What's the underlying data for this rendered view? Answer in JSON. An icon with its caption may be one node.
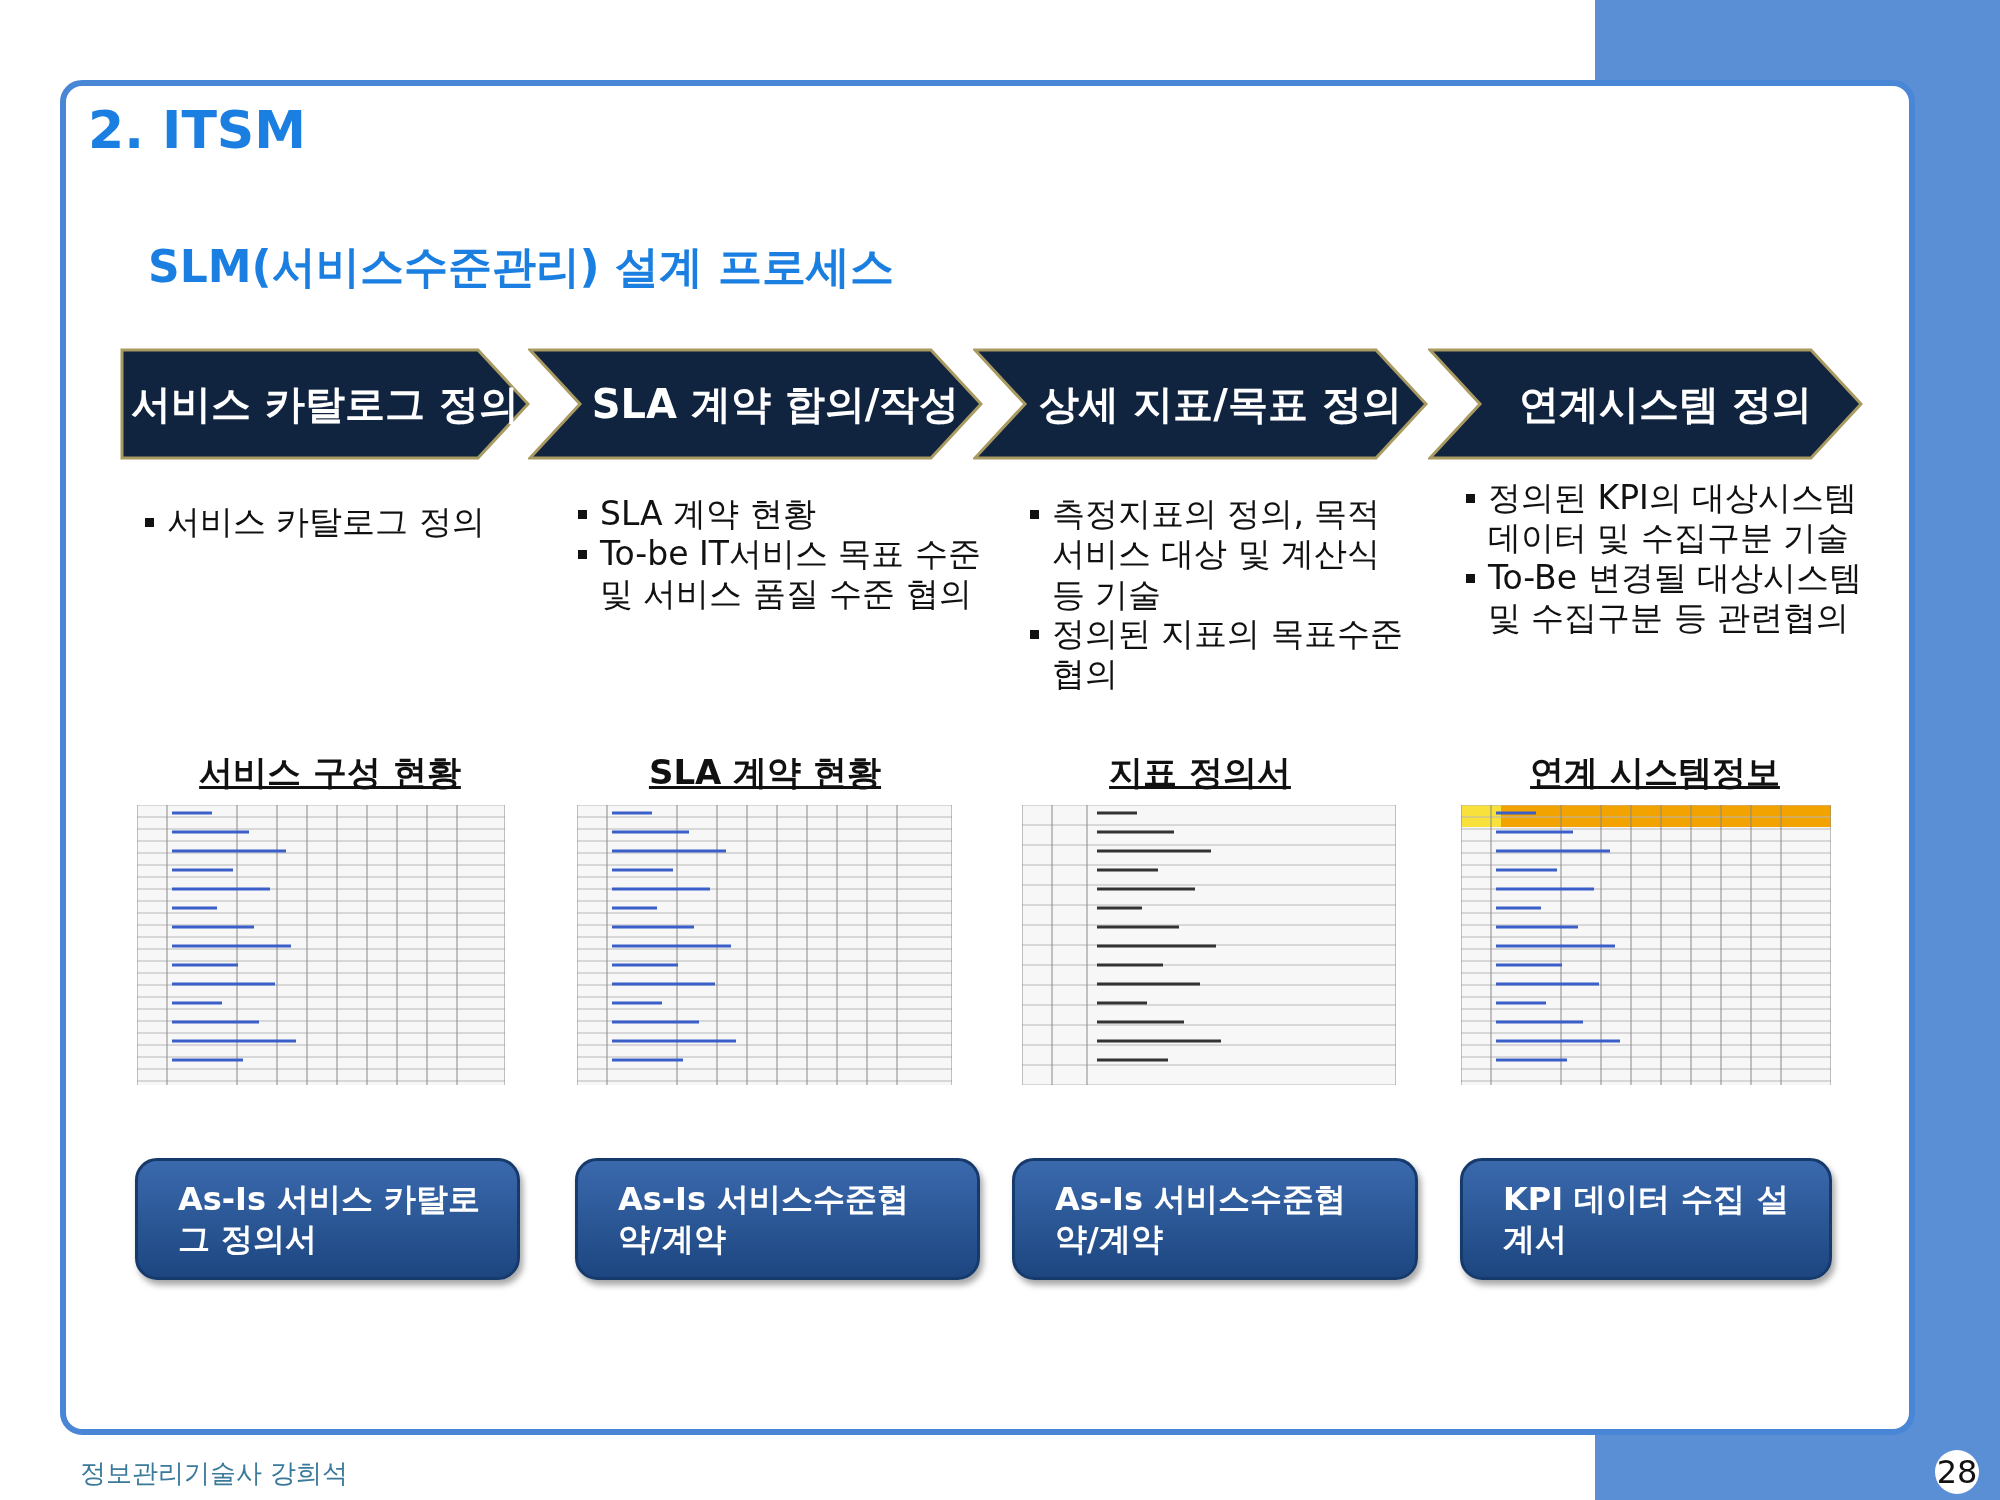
{
  "diagram": {
    "title": "2. ITSM",
    "nodes": [
      {
        "text": [
          "서비스 카탈로그 정의"
        ]
      },
      {
        "text": [
          "SLA 계약 합의/작성"
        ]
      },
      {
        "text": [
          "상세 지표/목표 정의"
        ]
      },
      {
        "text": [
          "연계시스템 정의"
        ]
      },
      {
        "text": [
          "As-Is 서비스 카탈로그 정의서"
        ]
      },
      {
        "text": [
          "As-Is 서비스수준협약/계약"
        ]
      },
      {
        "text": [
          "As-Is 서비스수준협약/계약"
        ]
      },
      {
        "text": [
          "KPI 데이터 수집 설계서"
        ]
      }
    ],
    "labels": [
      "SLM(서비스수준관리) 설계 프로세스",
      "서비스 카탈로그 정의",
      "SLA 계약 현황",
      "To-be IT서비스 목표 수준 및 서비스 품질 수준 협의",
      "측정지표의 정의, 목적 서비스 대상 및 계산식 등 기술",
      "정의된 지표의 목표수준 협의",
      "정의된 KPI의 대상시스템 데이터 및 수집구분 기술",
      "To-Be 변경될 대상시스템 및 수집구분 등 관련협의",
      "서비스 구성 현황",
      "SLA 계약 현황",
      "지표 정의서",
      "연계 시스템정보",
      "정보관리기술사 강희석",
      "28"
    ]
  }
}
